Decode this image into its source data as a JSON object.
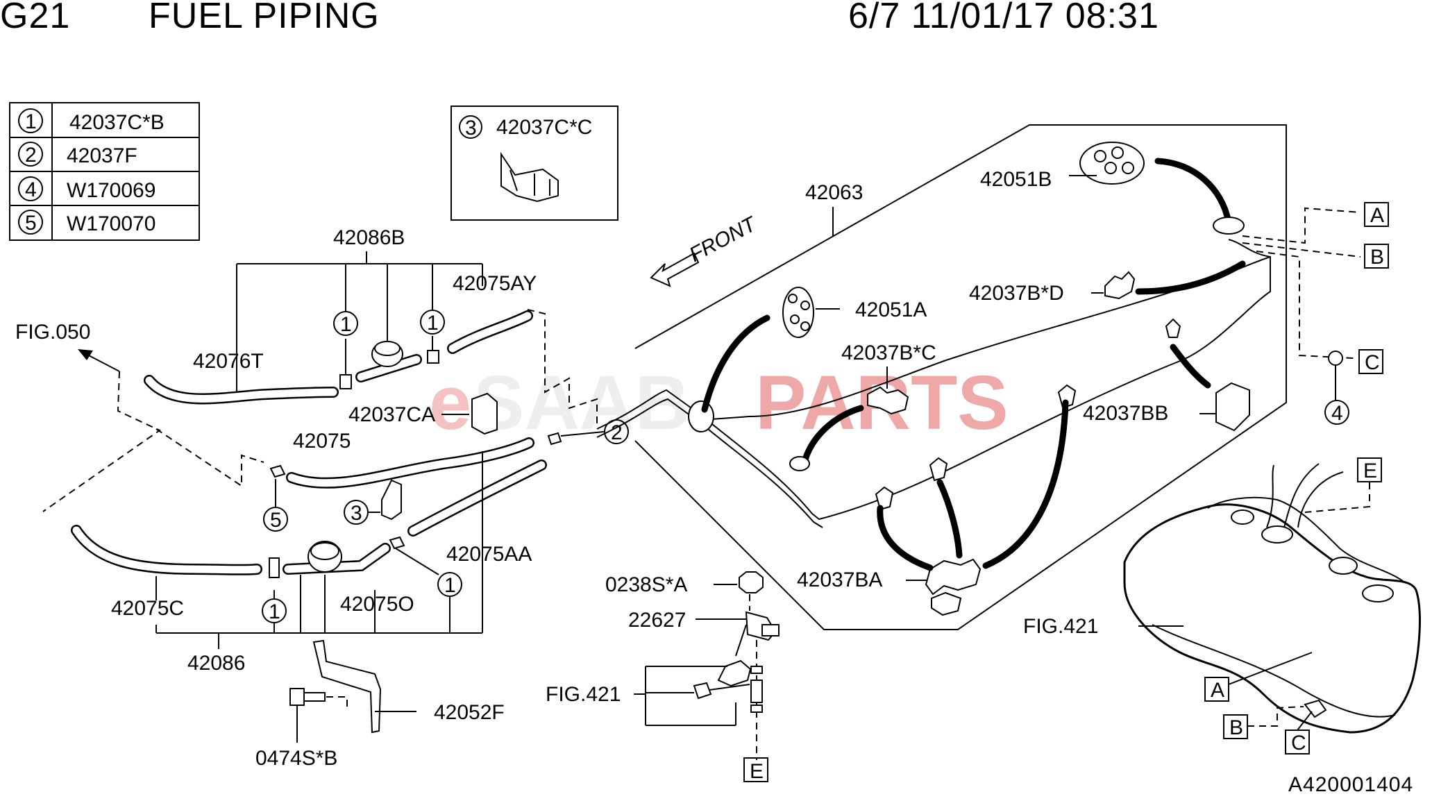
{
  "header": {
    "section": "G21",
    "title": "FUEL PIPING",
    "page_info": "6/7 11/01/17 08:31"
  },
  "legend_table": [
    {
      "num": "1",
      "part": "42037C*B"
    },
    {
      "num": "2",
      "part": "42037F"
    },
    {
      "num": "4",
      "part": "W170069"
    },
    {
      "num": "5",
      "part": "W170070"
    }
  ],
  "inset": {
    "num": "3",
    "part": "42037C*C"
  },
  "watermark": {
    "e": "e",
    "mid": "SAAB",
    "parts": "PARTS"
  },
  "front_label": "FRONT",
  "labels": {
    "p42086B": "42086B",
    "p42075AY": "42075AY",
    "figLeft": "FIG.050",
    "p42076T": "42076T",
    "p42037CA": "42037CA",
    "p42075": "42075",
    "p42075AA": "42075AA",
    "p42075C": "42075C",
    "p42075O": "42075O",
    "p42086": "42086",
    "p42052F": "42052F",
    "p0474SB": "0474S*B",
    "p0238SA": "0238S*A",
    "p22627": "22627",
    "figMid": "FIG.421",
    "p42063": "42063",
    "p42051B": "42051B",
    "p42051A": "42051A",
    "p42037BD": "42037B*D",
    "p42037BC": "42037B*C",
    "p42037BB": "42037BB",
    "p42037BA": "42037BA",
    "figRight": "FIG.421"
  },
  "circled_refs": {
    "c1": "1",
    "c2": "2",
    "c3": "3",
    "c4": "4",
    "c5": "5"
  },
  "box_refs": {
    "A": "A",
    "B": "B",
    "C": "C",
    "E": "E"
  },
  "diagram_id": "A420001404"
}
